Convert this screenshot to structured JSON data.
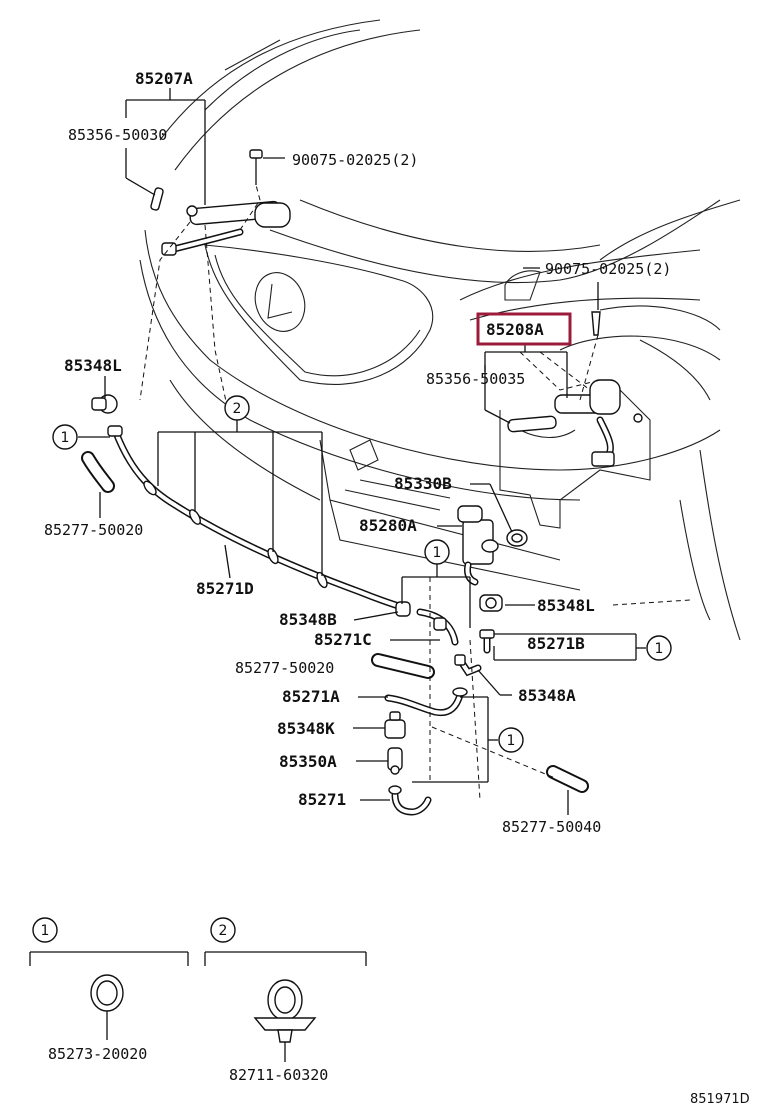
{
  "labels": {
    "p85207A": "85207A",
    "p85356_50030": "85356-50030",
    "p90075_top": "90075-02025(2)",
    "p90075_right": "90075-02025(2)",
    "p85208A": "85208A",
    "p85356_50035": "85356-50035",
    "p85348L_left": "85348L",
    "p85277_50020_left": "85277-50020",
    "p85271D": "85271D",
    "p85330B": "85330B",
    "p85280A": "85280A",
    "p85348L_right": "85348L",
    "p85348B": "85348B",
    "p85271C": "85271C",
    "p85271B": "85271B",
    "p85277_50020_mid": "85277-50020",
    "p85348A": "85348A",
    "p85271A": "85271A",
    "p85348K": "85348K",
    "p85350A": "85350A",
    "p85271": "85271",
    "p85277_50040": "85277-50040",
    "p85273_20020": "85273-20020",
    "p82711_60320": "82711-60320",
    "footer_code": "851971D"
  },
  "callouts": {
    "one": "1",
    "two": "2"
  },
  "colors": {
    "highlight": "#9b1b3a",
    "ink": "#111111"
  }
}
